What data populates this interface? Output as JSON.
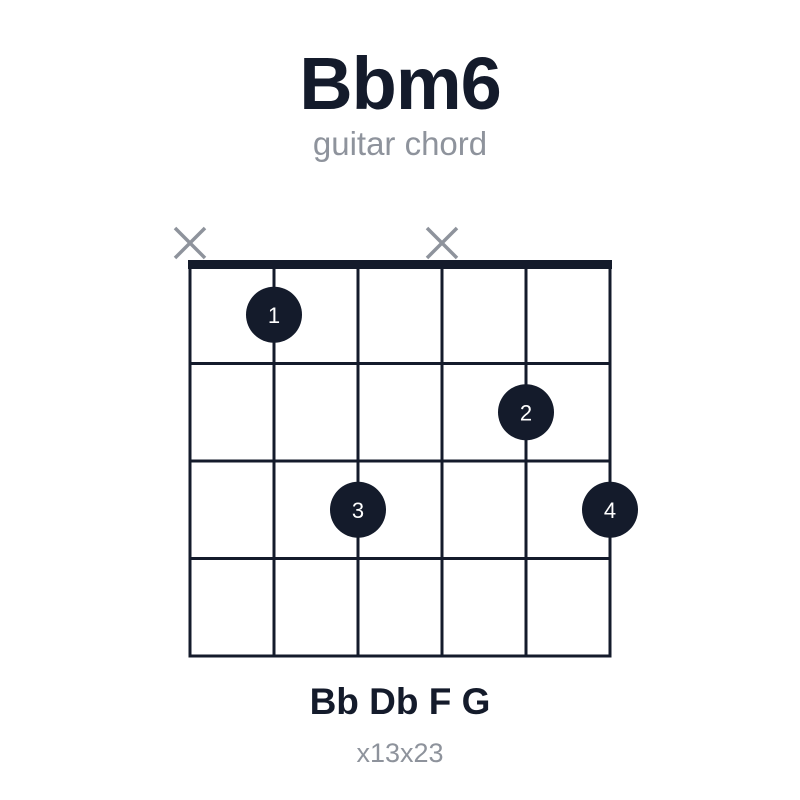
{
  "chord": {
    "name": "Bbm6",
    "subtitle": "guitar chord",
    "notes": "Bb Db F G",
    "fingering": "x13x23"
  },
  "colors": {
    "ink": "#141b2b",
    "muted": "#8e939c",
    "finger_text": "#ffffff"
  },
  "diagram": {
    "strings": 6,
    "frets_shown": 4,
    "muted_strings": [
      1,
      4
    ],
    "fingers": [
      {
        "string": 2,
        "fret": 1,
        "label": "1"
      },
      {
        "string": 5,
        "fret": 2,
        "label": "2"
      },
      {
        "string": 3,
        "fret": 3,
        "label": "3"
      },
      {
        "string": 6,
        "fret": 3,
        "label": "4"
      }
    ]
  }
}
